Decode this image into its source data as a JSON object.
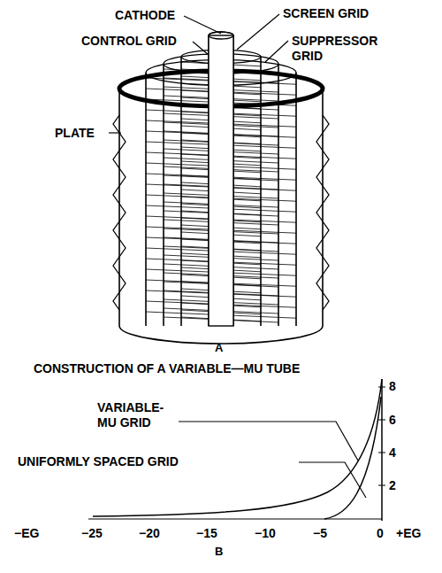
{
  "diagram": {
    "labels": [
      "CATHODE",
      "SCREEN GRID",
      "CONTROL GRID",
      "SUPPRESSOR GRID",
      "PLATE",
      "A",
      "CONSTRUCTION OF A VARIABLE—MU TUBE",
      "VARIABLE-MU GRID",
      "UNIFORMLY SPACED GRID",
      "8",
      "6",
      "4",
      "2",
      "−EG",
      "−25",
      "−20",
      "−15",
      "−10",
      "−5",
      "0",
      "+EG",
      "B"
    ]
  }
}
